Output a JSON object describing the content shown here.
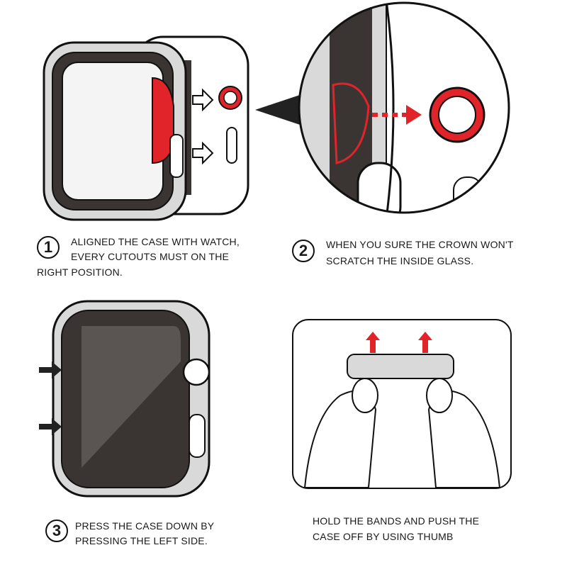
{
  "steps": [
    {
      "number": "1",
      "lines": [
        "ALIGNED THE CASE WITH WATCH,",
        "EVERY CUTOUTS MUST ON THE",
        "RIGHT POSITION."
      ]
    },
    {
      "number": "2",
      "lines": [
        "WHEN YOU SURE  THE CROWN WON'T",
        "SCRATCH THE INSIDE GLASS."
      ]
    },
    {
      "number": "3",
      "lines": [
        "PRESS THE CASE DOWN BY",
        "PRESSING THE LEFT SIDE."
      ]
    },
    {
      "number": "",
      "lines": [
        "HOLD THE BANDS AND PUSH THE",
        "CASE OFF BY USING THUMB"
      ]
    }
  ],
  "colors": {
    "accent_red": "#e0242a",
    "outline": "#111111",
    "case_gray": "#d9d9d9",
    "glass_dark": "#3a3433"
  }
}
